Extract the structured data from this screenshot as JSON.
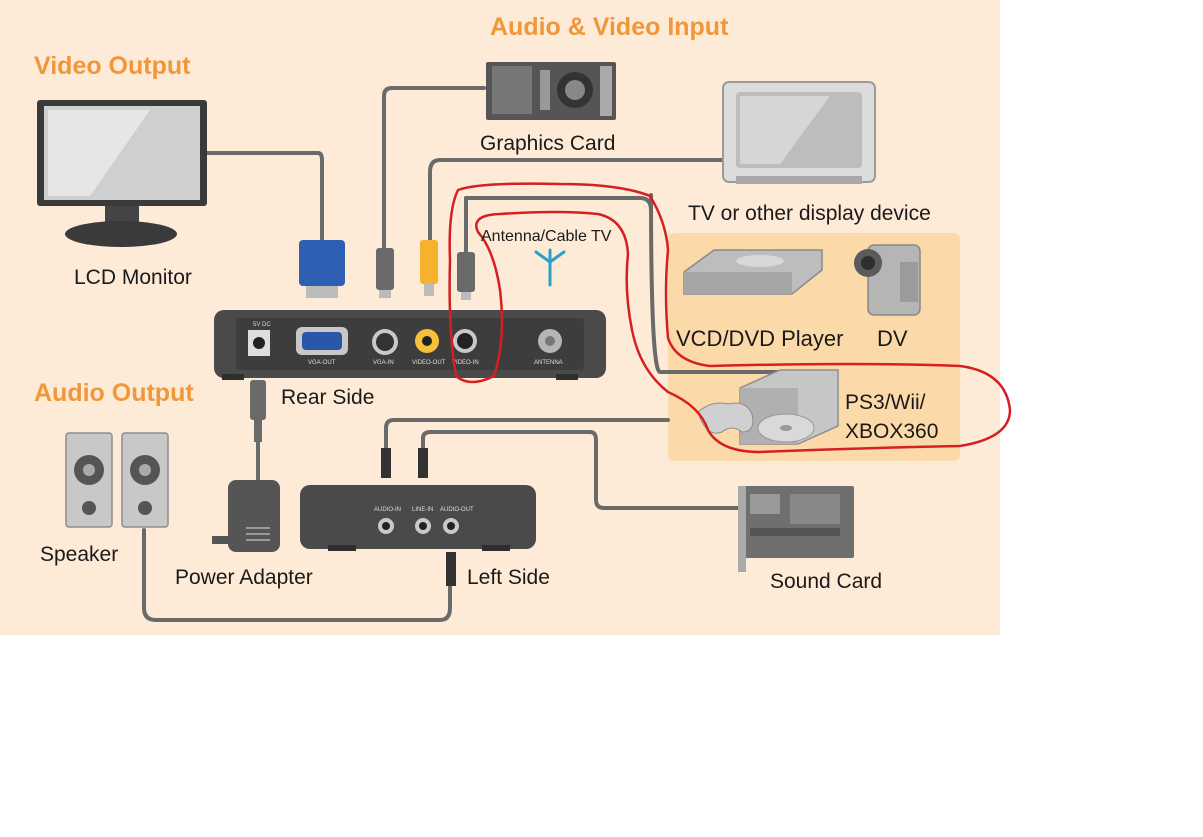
{
  "sections": {
    "video_output": "Video Output",
    "audio_video_input": "Audio & Video Input",
    "audio_output": "Audio Output"
  },
  "devices": {
    "lcd_monitor": "LCD Monitor",
    "graphics_card": "Graphics Card",
    "tv": "TV or other display device",
    "antenna": "Antenna/Cable TV",
    "vcd_dvd": "VCD/DVD Player",
    "dv": "DV",
    "ps3_line1": "PS3/Wii/",
    "ps3_line2": "XBOX360",
    "rear_side": "Rear Side",
    "speaker": "Speaker",
    "power_adapter": "Power Adapter",
    "left_side": "Left Side",
    "sound_card": "Sound Card"
  },
  "rear_ports": {
    "dc": "5V DC",
    "vga_out": "VGA-OUT",
    "vga_in": "VGA-IN",
    "video_out": "VIDEO-OUT",
    "video_in": "VIDEO-IN",
    "antenna": "ANTENNA"
  },
  "left_ports": {
    "audio_in": "AUDIO-IN",
    "line_in": "LINE-IN",
    "audio_out": "AUDIO-OUT"
  },
  "colors": {
    "panel": "#fdebd8",
    "highlight": "#fcd9a8",
    "section_title": "#f0973a",
    "annotation": "#d42020",
    "device": "#4a4a4a",
    "cable": "#6a6a6a"
  }
}
